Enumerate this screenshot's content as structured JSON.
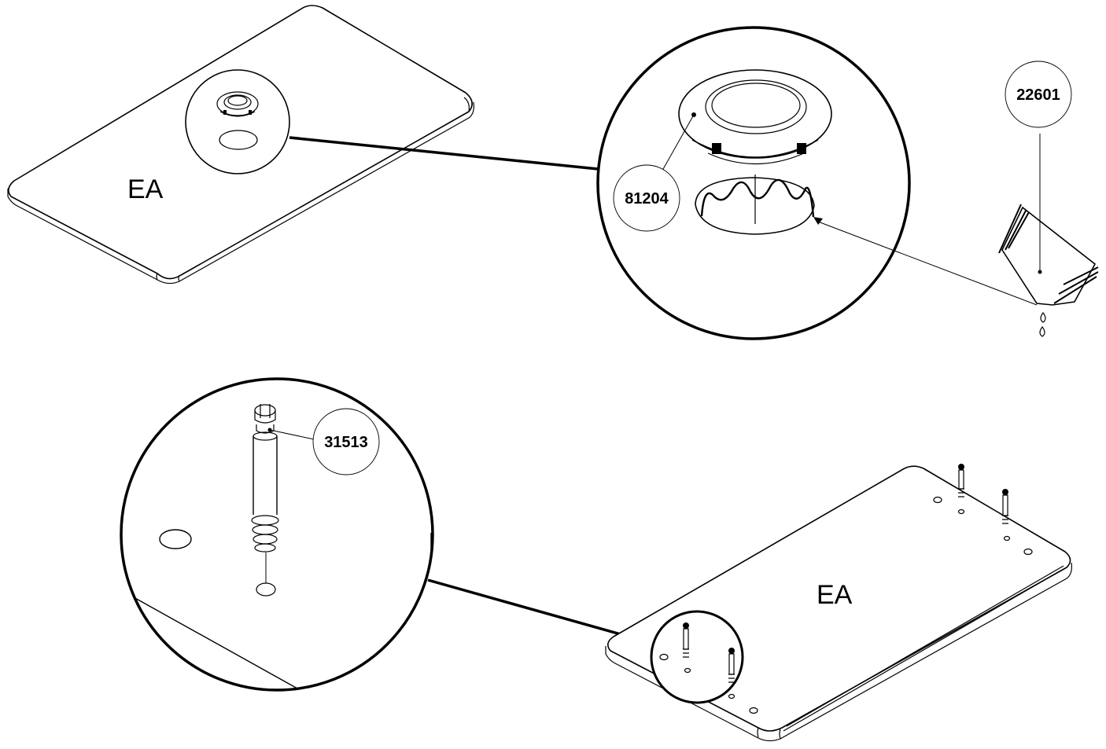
{
  "panels": {
    "top": {
      "label": "EA"
    },
    "bottom": {
      "label": "EA"
    }
  },
  "parts": {
    "grommet": {
      "number": "81204"
    },
    "glue": {
      "number": "22601"
    },
    "dowel": {
      "number": "31513"
    }
  }
}
